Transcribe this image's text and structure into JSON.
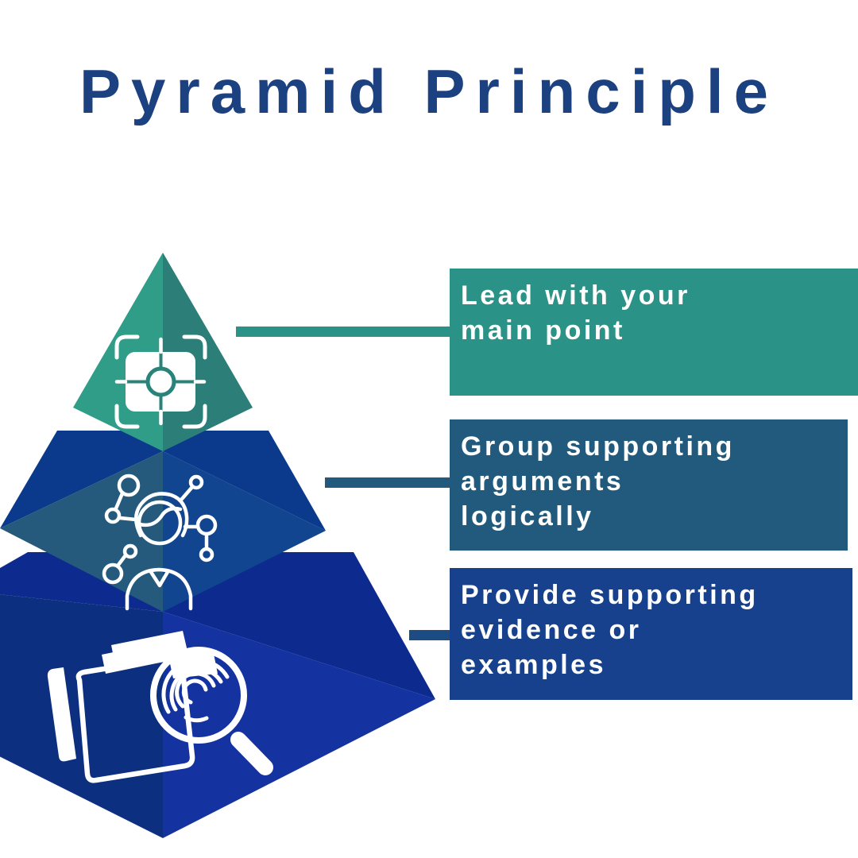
{
  "title": "Pyramid Principle",
  "colors": {
    "bg": "#FFFFFF",
    "title": "#1C4181",
    "tier1-left": "#2F9D88",
    "tier1-right": "#2C7E78",
    "tier2-top": "#0B3A8C",
    "tier2-left": "#255A7C",
    "tier2-right": "#114590",
    "tier3-top": "#0D2B8E",
    "tier3-left": "#0D2F80",
    "tier3-right": "#1533A0",
    "box1-bg": "#2A9286",
    "box2-bg": "#215A7D",
    "box3-bg": "#17418D",
    "connector1": "#2A9286",
    "connector2": "#215A7D",
    "connector3": "#1D4B84",
    "box-text": "#FFFFFF",
    "icon-stroke": "#FFFFFF",
    "target-ring": "#2A8379"
  },
  "pyramid": {
    "tiers": [
      {
        "level": 1,
        "icon": "target-focus-icon"
      },
      {
        "level": 2,
        "icon": "person-network-icon"
      },
      {
        "level": 3,
        "icon": "folder-search-fingerprint-icon"
      }
    ]
  },
  "boxes": [
    {
      "lines": [
        "Lead with your",
        "main point",
        ""
      ]
    },
    {
      "lines": [
        "Group supporting",
        "arguments",
        "logically"
      ]
    },
    {
      "lines": [
        "Provide supporting",
        "evidence or",
        "examples"
      ]
    }
  ]
}
